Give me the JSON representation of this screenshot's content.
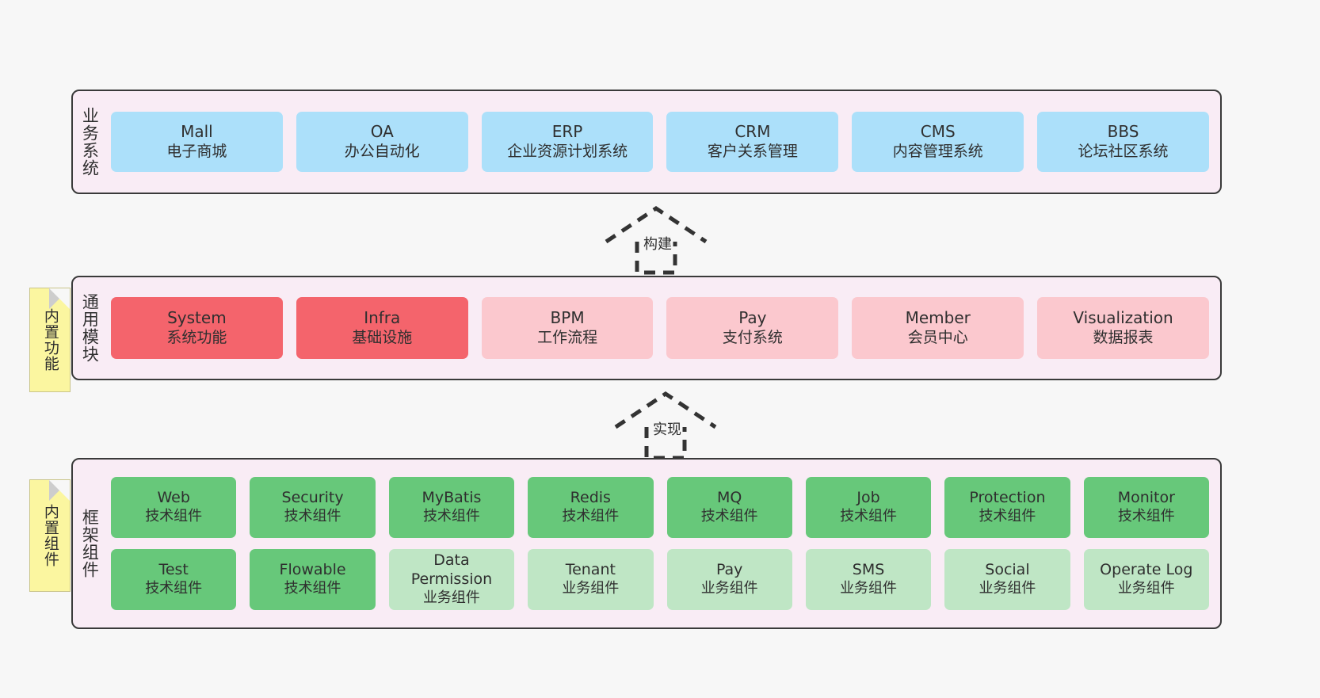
{
  "diagram": {
    "background": "#f7f7f7",
    "layer_bg": "#f9ecf5",
    "layer_border": "#3a3a3a",
    "note_bg": "#fbf6a0",
    "colors": {
      "blue": "#ace0fa",
      "red": "#f4646c",
      "pink": "#fbc8ce",
      "green": "#67c87a",
      "light_green": "#bfe6c5"
    }
  },
  "notes": [
    {
      "id": "builtin-function",
      "text": "内置功能"
    },
    {
      "id": "builtin-component",
      "text": "内置组件"
    }
  ],
  "connectors": [
    {
      "id": "build",
      "label": "构建"
    },
    {
      "id": "implement",
      "label": "实现"
    }
  ],
  "layers": [
    {
      "id": "business-system",
      "title": "业务系统",
      "rows": [
        [
          {
            "en": "Mall",
            "cn": "电子商城",
            "color": "blue"
          },
          {
            "en": "OA",
            "cn": "办公自动化",
            "color": "blue"
          },
          {
            "en": "ERP",
            "cn": "企业资源计划系统",
            "color": "blue"
          },
          {
            "en": "CRM",
            "cn": "客户关系管理",
            "color": "blue"
          },
          {
            "en": "CMS",
            "cn": "内容管理系统",
            "color": "blue"
          },
          {
            "en": "BBS",
            "cn": "论坛社区系统",
            "color": "blue"
          }
        ]
      ]
    },
    {
      "id": "common-module",
      "title": "通用模块",
      "rows": [
        [
          {
            "en": "System",
            "cn": "系统功能",
            "color": "red"
          },
          {
            "en": "Infra",
            "cn": "基础设施",
            "color": "red"
          },
          {
            "en": "BPM",
            "cn": "工作流程",
            "color": "pink"
          },
          {
            "en": "Pay",
            "cn": "支付系统",
            "color": "pink"
          },
          {
            "en": "Member",
            "cn": "会员中心",
            "color": "pink"
          },
          {
            "en": "Visualization",
            "cn": "数据报表",
            "color": "pink"
          }
        ]
      ]
    },
    {
      "id": "framework-component",
      "title": "框架组件",
      "rows": [
        [
          {
            "en": "Web",
            "cn": "技术组件",
            "color": "green"
          },
          {
            "en": "Security",
            "cn": "技术组件",
            "color": "green"
          },
          {
            "en": "MyBatis",
            "cn": "技术组件",
            "color": "green"
          },
          {
            "en": "Redis",
            "cn": "技术组件",
            "color": "green"
          },
          {
            "en": "MQ",
            "cn": "技术组件",
            "color": "green"
          },
          {
            "en": "Job",
            "cn": "技术组件",
            "color": "green"
          },
          {
            "en": "Protection",
            "cn": "技术组件",
            "color": "green"
          },
          {
            "en": "Monitor",
            "cn": "技术组件",
            "color": "green"
          }
        ],
        [
          {
            "en": "Test",
            "cn": "技术组件",
            "color": "green"
          },
          {
            "en": "Flowable",
            "cn": "技术组件",
            "color": "green"
          },
          {
            "en": "Data Permission",
            "cn": "业务组件",
            "color": "light_green"
          },
          {
            "en": "Tenant",
            "cn": "业务组件",
            "color": "light_green"
          },
          {
            "en": "Pay",
            "cn": "业务组件",
            "color": "light_green"
          },
          {
            "en": "SMS",
            "cn": "业务组件",
            "color": "light_green"
          },
          {
            "en": "Social",
            "cn": "业务组件",
            "color": "light_green"
          },
          {
            "en": "Operate Log",
            "cn": "业务组件",
            "color": "light_green"
          }
        ]
      ]
    }
  ]
}
